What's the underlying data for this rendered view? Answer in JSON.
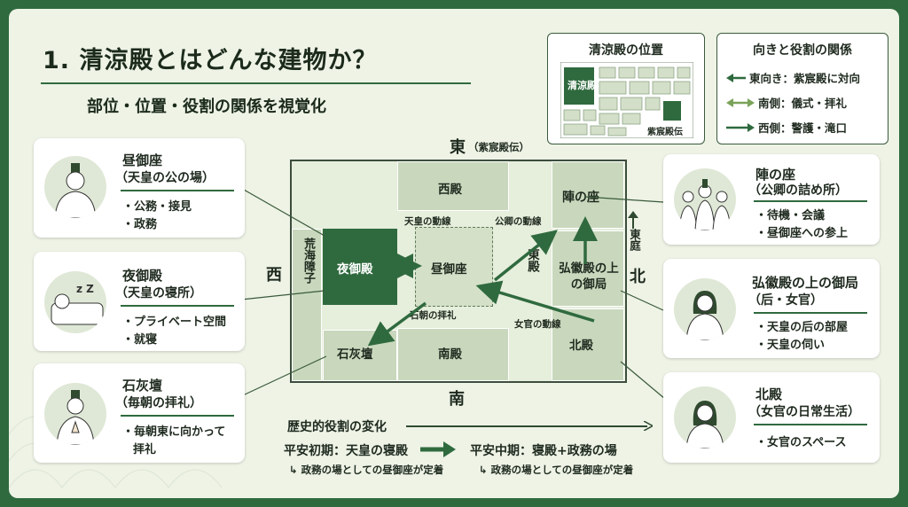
{
  "title": "1. 清涼殿とはどんな建物か？",
  "subtitle": "部位・位置・役割の関係を視覚化",
  "location_box": {
    "title": "清涼殿の位置",
    "seiryoden": "清涼殿",
    "shishinden": "紫宸殿伝"
  },
  "legend": {
    "title": "向きと役割の関係",
    "rows": [
      {
        "text": "東向き：紫宸殿に対向"
      },
      {
        "text": "南側：儀式・拝礼"
      },
      {
        "text": "西側：警護・滝口"
      }
    ]
  },
  "compass": {
    "east": "東",
    "east_note": "（紫宸殿伝）",
    "west": "西",
    "south": "南",
    "north": "北",
    "east_garden": "東庭"
  },
  "rooms": {
    "saiden": "西殿",
    "jinnoza": "陣の座",
    "yorunootodo": "夜御殿",
    "hinogoza": "昼御座",
    "touden": "東殿",
    "kokiden": "弘徽殿の上の御局",
    "kouyou": "荒海障子",
    "sekkaidan": "石灰壇",
    "nanden": "南殿",
    "hokuden": "北殿"
  },
  "paths": {
    "tenno": "天皇の動線",
    "kugyo": "公卿の動線",
    "ishi": "石朝の拝礼",
    "nyokan": "女官の動線"
  },
  "cards": {
    "hinogoza": {
      "title": "昼御座",
      "sub": "（天皇の公の場）",
      "items": [
        "・公務・接見",
        "・政務"
      ]
    },
    "yorunootodo": {
      "title": "夜御殿",
      "sub": "（天皇の寝所）",
      "items": [
        "・プライベート空間",
        "・就寝"
      ]
    },
    "sekkaidan": {
      "title": "石灰壇",
      "sub": "（毎朝の拝礼）",
      "items": [
        "・毎朝東に向かって",
        "拝礼"
      ]
    },
    "jinnoza": {
      "title": "陣の座",
      "sub": "（公卿の詰め所）",
      "items": [
        "・待機・会議",
        "・昼御座への参上"
      ]
    },
    "kokiden": {
      "title": "弘徽殿の上の御局",
      "sub": "（后・女官）",
      "items": [
        "・天皇の后の部屋",
        "・天皇の伺い"
      ]
    },
    "hokuden": {
      "title": "北殿",
      "sub": "（女官の日常生活）",
      "items": [
        "・女官のスペース"
      ]
    }
  },
  "history": {
    "title": "歴史的役割の変化",
    "early": "平安初期：天皇の寝殿",
    "mid": "平安中期：寝殿+政務の場",
    "note1": "政務の場としての昼御座が定着",
    "note2": "政務の場としての昼御座が定着"
  },
  "colors": {
    "dark_green": "#2f6a3e",
    "room_green": "#c9d8bd",
    "background": "#eef3e6"
  }
}
